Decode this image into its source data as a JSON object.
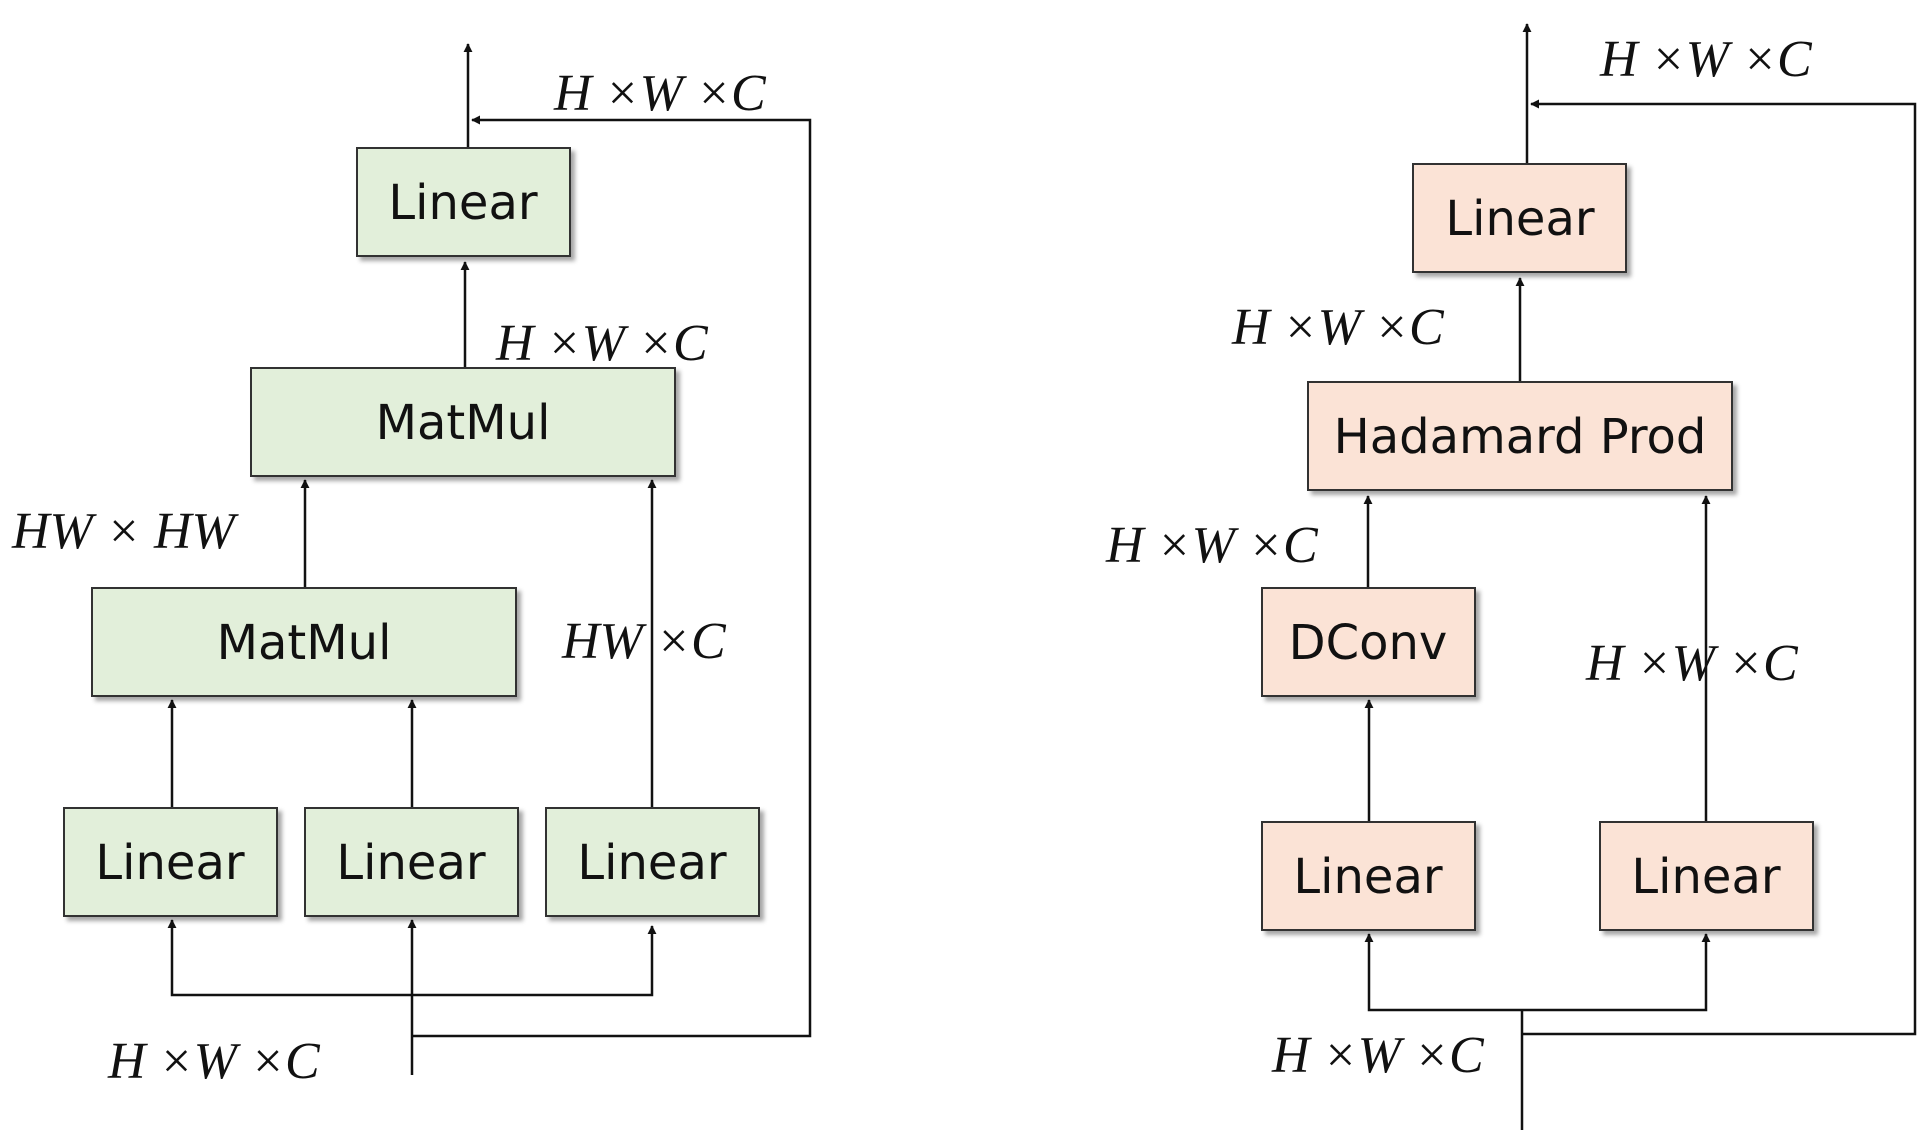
{
  "left_diagram": {
    "box_fill": "#e2efda",
    "boxes": {
      "linear_out": "Linear",
      "matmul_top": "MatMul",
      "matmul_bottom": "MatMul",
      "linear_q": "Linear",
      "linear_k": "Linear",
      "linear_v": "Linear"
    },
    "labels": {
      "output_dim": "H ×W ×C",
      "matmul_top_dim": "H ×W ×C",
      "attn_dim": "HW × HW",
      "value_dim": "HW ×C",
      "input_dim": "H ×W ×C"
    }
  },
  "right_diagram": {
    "box_fill": "#fbe3d6",
    "boxes": {
      "linear_out": "Linear",
      "hadamard": "Hadamard Prod",
      "dconv": "DConv",
      "linear_left": "Linear",
      "linear_right": "Linear"
    },
    "labels": {
      "output_dim": "H ×W ×C",
      "hadamard_dim": "H ×W ×C",
      "dconv_dim": "H ×W ×C",
      "branch_dim": "H ×W ×C",
      "input_dim": "H ×W ×C"
    }
  },
  "colors": {
    "line": "#111111",
    "box_border": "#333333"
  }
}
